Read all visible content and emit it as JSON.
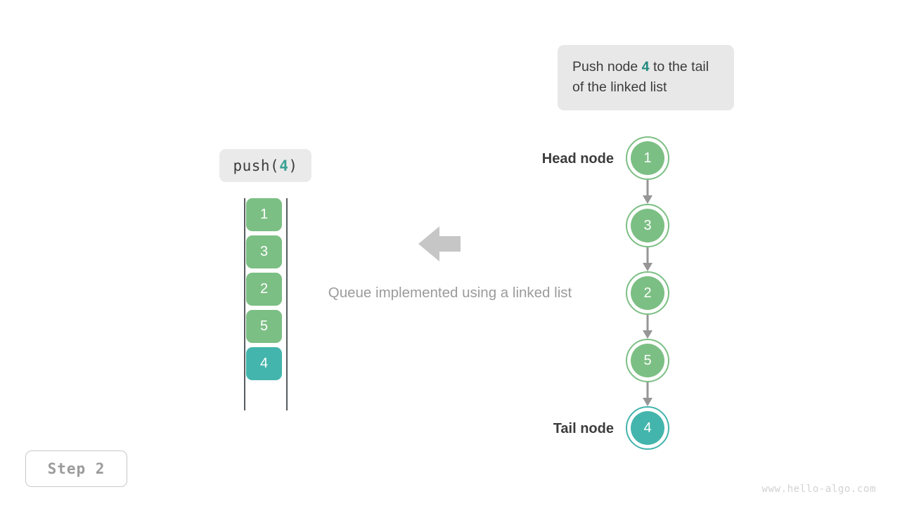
{
  "figure": {
    "caption": "Queue implemented using a linked list",
    "step_label": "Step 2",
    "watermark": "www.hello-algo.com",
    "colors": {
      "node_green": "#7cbf84",
      "node_teal": "#43b5ac",
      "accent_teal": "#1f8a7d",
      "chip_bg": "#e8e8e8",
      "rail": "#555b5e",
      "arrow_gray": "#c6c6c6",
      "caption_gray": "#9b9b9b"
    }
  },
  "callout": {
    "text_before": "Push node ",
    "accent_value": "4",
    "text_after": " to the tail of the linked list"
  },
  "operation": {
    "name": "push(",
    "argument": "4",
    "close": ")"
  },
  "flow_arrow": {
    "direction": "left"
  },
  "array_view": {
    "cells": [
      {
        "value": "1",
        "color": "#7cbf84",
        "highlight": false
      },
      {
        "value": "3",
        "color": "#7cbf84",
        "highlight": false
      },
      {
        "value": "2",
        "color": "#7cbf84",
        "highlight": false
      },
      {
        "value": "5",
        "color": "#7cbf84",
        "highlight": false
      },
      {
        "value": "4",
        "color": "#43b5ac",
        "highlight": true
      }
    ]
  },
  "linked_list": {
    "head_label": "Head node",
    "tail_label": "Tail node",
    "nodes": [
      {
        "value": "1",
        "color": "#7cbf84",
        "highlight": false
      },
      {
        "value": "3",
        "color": "#7cbf84",
        "highlight": false
      },
      {
        "value": "2",
        "color": "#7cbf84",
        "highlight": false
      },
      {
        "value": "5",
        "color": "#7cbf84",
        "highlight": false
      },
      {
        "value": "4",
        "color": "#43b5ac",
        "highlight": true
      }
    ]
  }
}
